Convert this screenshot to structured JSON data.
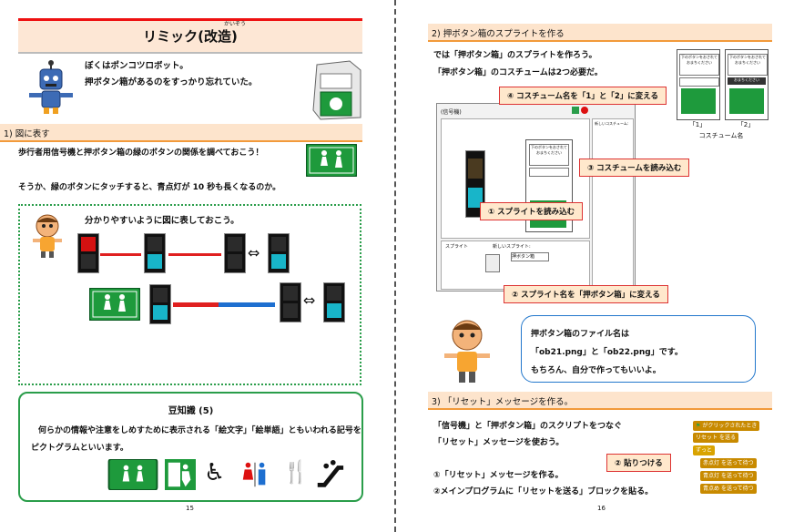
{
  "left_page": {
    "title": "リミック(改造)",
    "title_ruby": "かいぞう",
    "intro_line1": "ぼくはポンコツロボット。",
    "intro_line2": "押ボタン箱があるのをすっかり忘れていた。",
    "section1_title": "1) 図に表す",
    "section1_text1": "歩行者用信号機と押ボタン箱の緑のボタンの関係を調べておこう！",
    "section1_text2": "そうか、緑のボタンにタッチすると、青点灯が 10 秒も長くなるのか。",
    "diagram_text": "分かりやすいように図に表しておこう。",
    "trivia_title": "豆知識 (5)",
    "trivia_text1": "何らかの情報や注意をしめすために表示される「絵文字」「絵単語」ともいわれる記号を",
    "trivia_text2": "ピクトグラムといいます。",
    "page_number": "15"
  },
  "right_page": {
    "section2_title": "2) 押ボタン箱のスプライトを作る",
    "section2_text1": "では「押ボタン箱」のスプライトを作ろう。",
    "section2_text2": "「押ボタン箱」のコスチュームは2つ必要だ。",
    "callout1": "④ コスチューム名を「1」と「2」に変える",
    "callout2": "③ コスチュームを読み込む",
    "callout3": "① スプライトを読み込む",
    "callout4": "② スプライト名を「押ボタン箱」に変える",
    "costume_label1": "「1」",
    "costume_label2": "「2」",
    "costume_caption": "コスチューム名",
    "bubble_line1": "押ボタン箱のファイル名は",
    "bubble_line2": "「ob21.png」と「ob22.png」です。",
    "bubble_line3": "もちろん、自分で作ってもいいよ。",
    "section3_title": "3) 「リセット」メッセージを作る。",
    "section3_text1": "「信号機」と「押ボタン箱」のスクリプトをつなぐ",
    "section3_text2": "「リセット」メッセージを使おう。",
    "step1": "①「リセット」メッセージを作る。",
    "step2": "②メインプログラムに「リセットを送る」ブロックを貼る。",
    "paste_callout": "② 貼りつける",
    "app_title": "(信号機)",
    "sprite_name": "押ボタン箱",
    "sprite_header": "スプライト",
    "new_sprite": "新しいスプライト:",
    "new_costume": "新しいコスチューム:",
    "box_text_line1": "下のボタンをおされて",
    "box_text_line2": "おまちください",
    "box_button_text": "おまちください",
    "block_flag": "がクリックされたとき",
    "block_reset": "リセット",
    "block_send": "を送る",
    "block_forever": "ずっと",
    "block_red": "赤点灯",
    "block_blue": "青点灯",
    "block_blink": "青点め",
    "block_wait": "を送って待つ",
    "page_number": "16"
  },
  "colors": {
    "title_red": "#e11111",
    "section_orange": "#f29a3b",
    "green": "#2a9d4a",
    "callout_red": "#dd3333",
    "arrow_red": "#e02020",
    "arrow_blue": "#1e6fd0"
  }
}
